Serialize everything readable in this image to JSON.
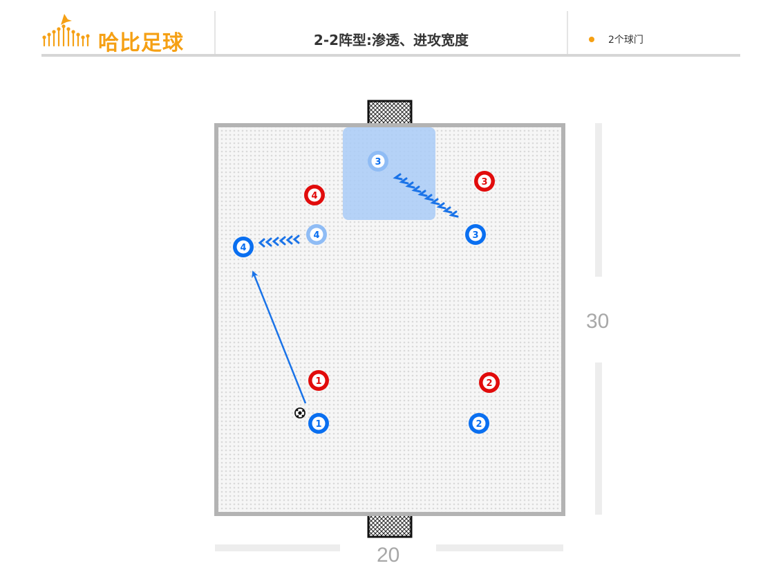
{
  "header": {
    "logo_text": "哈比足球",
    "title": "2-2阵型:渗透、进攻宽度",
    "goals_note": "2个球门"
  },
  "dimensions": {
    "length": "30",
    "width": "20"
  },
  "players": {
    "blue": [
      {
        "number": "1",
        "state": "current"
      },
      {
        "number": "2",
        "state": "current"
      },
      {
        "number": "3",
        "state": "start"
      },
      {
        "number": "3",
        "state": "destination"
      },
      {
        "number": "4",
        "state": "start"
      },
      {
        "number": "4",
        "state": "destination"
      }
    ],
    "red": [
      {
        "number": "1"
      },
      {
        "number": "2"
      },
      {
        "number": "3"
      },
      {
        "number": "4"
      }
    ]
  },
  "colors": {
    "blue_team": "#0a6ff0",
    "blue_ghost": "#8fbcf5",
    "red_team": "#e10b0b",
    "accent": "#f5a014",
    "target_zone": "#a9cbf7"
  }
}
